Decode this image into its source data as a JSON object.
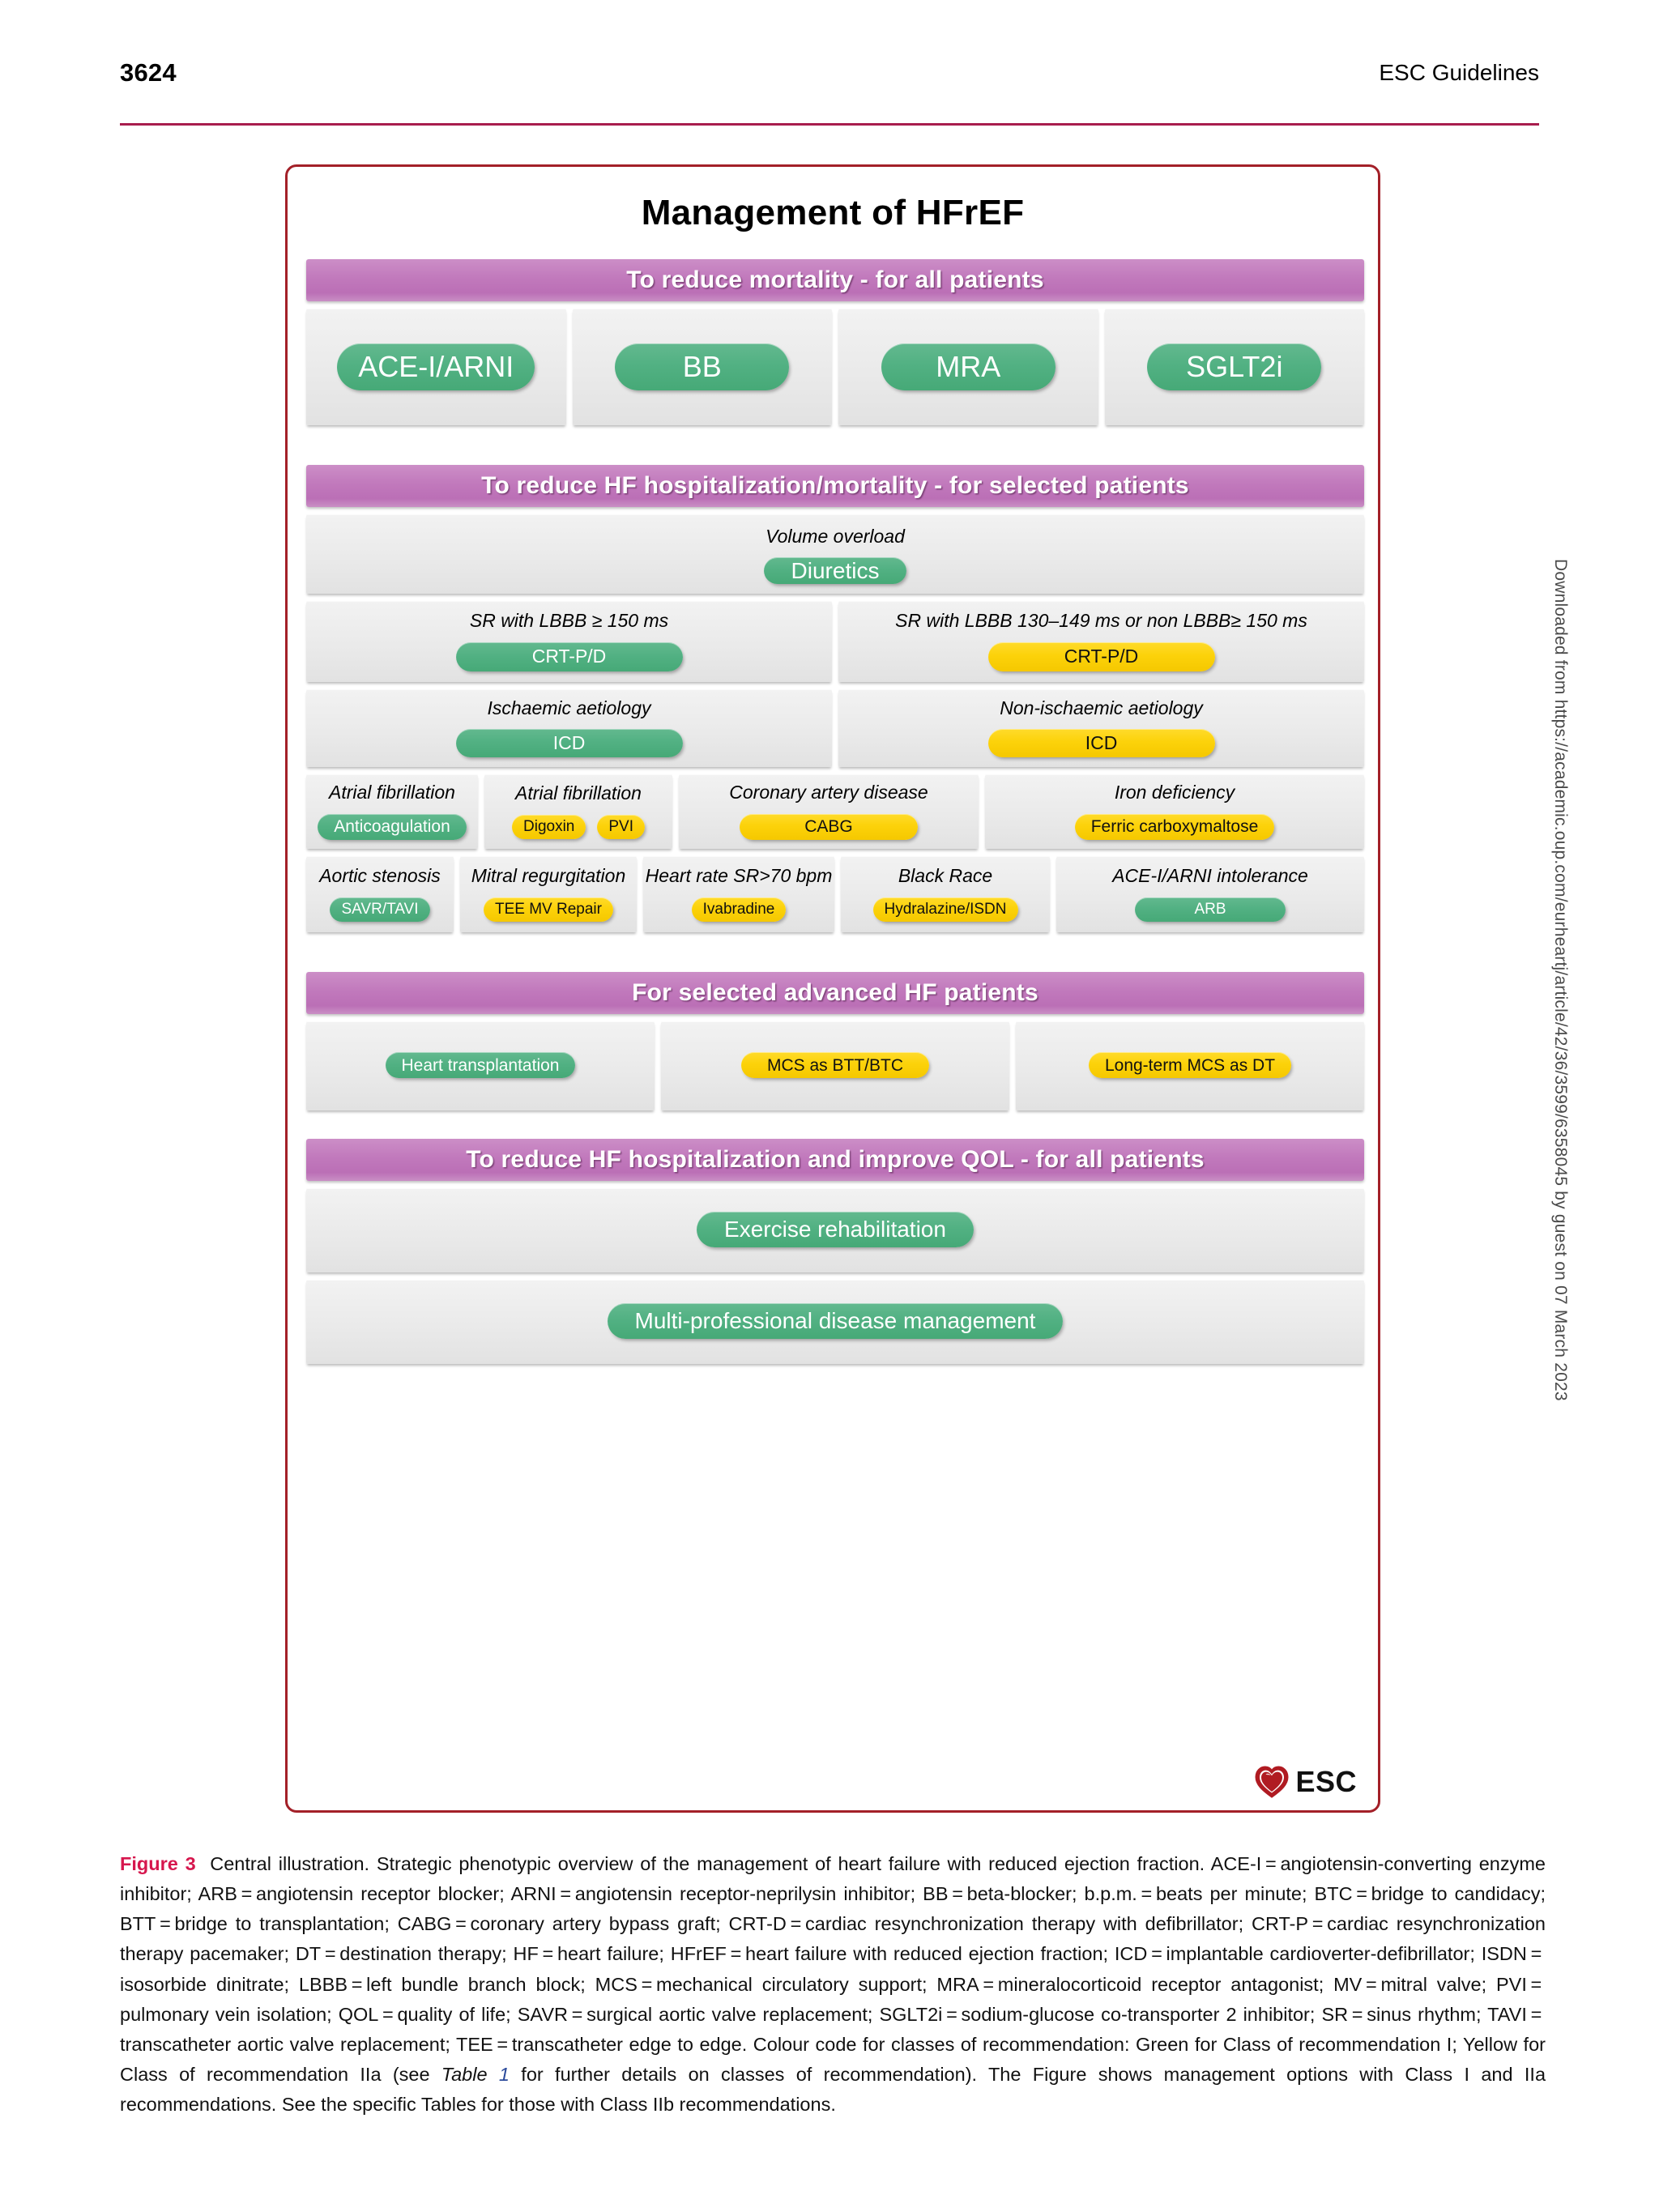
{
  "page": {
    "folio": "3624",
    "running_head": "ESC Guidelines",
    "download_note": "Downloaded from https://academic.oup.com/eurheartj/article/42/36/3599/6358045 by guest on 07 March 2023"
  },
  "figure": {
    "title": "Management of HFrEF",
    "logo_text": "ESC",
    "sections": [
      {
        "band": "To reduce mortality - for all patients",
        "pills": [
          "ACE-I/ARNI",
          "BB",
          "MRA",
          "SGLT2i"
        ]
      },
      {
        "band": "To reduce HF hospitalization/mortality - for selected patients",
        "volume": {
          "condition": "Volume overload",
          "pill": "Diuretics"
        },
        "crt": [
          {
            "condition": "SR with LBBB ≥ 150 ms",
            "pill": "CRT-P/D",
            "class": "green"
          },
          {
            "condition": "SR with LBBB 130–149 ms or non LBBB≥ 150 ms",
            "pill": "CRT-P/D",
            "class": "yellow"
          }
        ],
        "icd": [
          {
            "condition": "Ischaemic aetiology",
            "pill": "ICD",
            "class": "green"
          },
          {
            "condition": "Non-ischaemic aetiology",
            "pill": "ICD",
            "class": "yellow"
          }
        ],
        "row_four": [
          {
            "condition": "Atrial fibrillation",
            "pills": [
              {
                "label": "Anticoagulation",
                "class": "green"
              }
            ]
          },
          {
            "condition": "Atrial fibrillation",
            "pills": [
              {
                "label": "Digoxin",
                "class": "yellow"
              },
              {
                "label": "PVI",
                "class": "yellow"
              }
            ]
          },
          {
            "condition": "Coronary artery disease",
            "pills": [
              {
                "label": "CABG",
                "class": "yellow"
              }
            ]
          },
          {
            "condition": "Iron deficiency",
            "pills": [
              {
                "label": "Ferric carboxymaltose",
                "class": "yellow"
              }
            ]
          }
        ],
        "row_five": [
          {
            "condition": "Aortic stenosis",
            "pill": "SAVR/TAVI",
            "class": "green"
          },
          {
            "condition": "Mitral regurgitation",
            "pill": "TEE MV Repair",
            "class": "yellow"
          },
          {
            "condition": "Heart rate SR>70 bpm",
            "pill": "Ivabradine",
            "class": "yellow"
          },
          {
            "condition": "Black Race",
            "pill": "Hydralazine/ISDN",
            "class": "yellow"
          },
          {
            "condition": "ACE-I/ARNI intolerance",
            "pill": "ARB",
            "class": "green"
          }
        ]
      },
      {
        "band": "For selected advanced HF patients",
        "pills": [
          {
            "label": "Heart transplantation",
            "class": "green"
          },
          {
            "label": "MCS as BTT/BTC",
            "class": "yellow"
          },
          {
            "label": "Long-term MCS as DT",
            "class": "yellow"
          }
        ]
      },
      {
        "band": "To reduce HF hospitalization and improve QOL - for all patients",
        "pills": [
          {
            "label": "Exercise rehabilitation",
            "class": "green"
          },
          {
            "label": "Multi-professional disease management",
            "class": "green"
          }
        ]
      }
    ]
  },
  "caption": {
    "figure_label": "Figure 3",
    "text_part1": "Central illustration. Strategic phenotypic overview of the management of heart failure with reduced ejection fraction. ACE-I = angiotensin-converting enzyme inhibitor; ARB = angiotensin receptor blocker; ARNI = angiotensin receptor-neprilysin inhibitor; BB = beta-blocker; b.p.m. = beats per minute; BTC = bridge to candidacy; BTT = bridge to transplantation; CABG = coronary artery bypass graft; CRT-D = cardiac resynchronization therapy with defibrillator; CRT-P = cardiac resynchronization therapy pacemaker; DT = destination therapy; HF = heart failure; HFrEF = heart failure with reduced ejection fraction; ICD = implantable cardioverter-defibrillator; ISDN = isosorbide dinitrate; LBBB = left bundle branch block; MCS = mechanical circulatory support; MRA = mineralocorticoid receptor antagonist; MV = mitral valve; PVI = pulmonary vein isolation; QOL = quality of life; SAVR = surgical aortic valve replacement; SGLT2i = sodium-glucose co-transporter 2 inhibitor; SR = sinus rhythm; TAVI = transcatheter aortic valve replacement; TEE = transcatheter edge to edge. Colour code for classes of recommendation: Green for Class of recommendation I; Yellow for Class of recommendation IIa (see ",
    "table_ref": "Table",
    "table_num": "1",
    "text_part2": " for further details on classes of recommendation). The Figure shows management options with Class I and IIa recommendations. See the specific Tables for those with Class IIb recommendations."
  }
}
